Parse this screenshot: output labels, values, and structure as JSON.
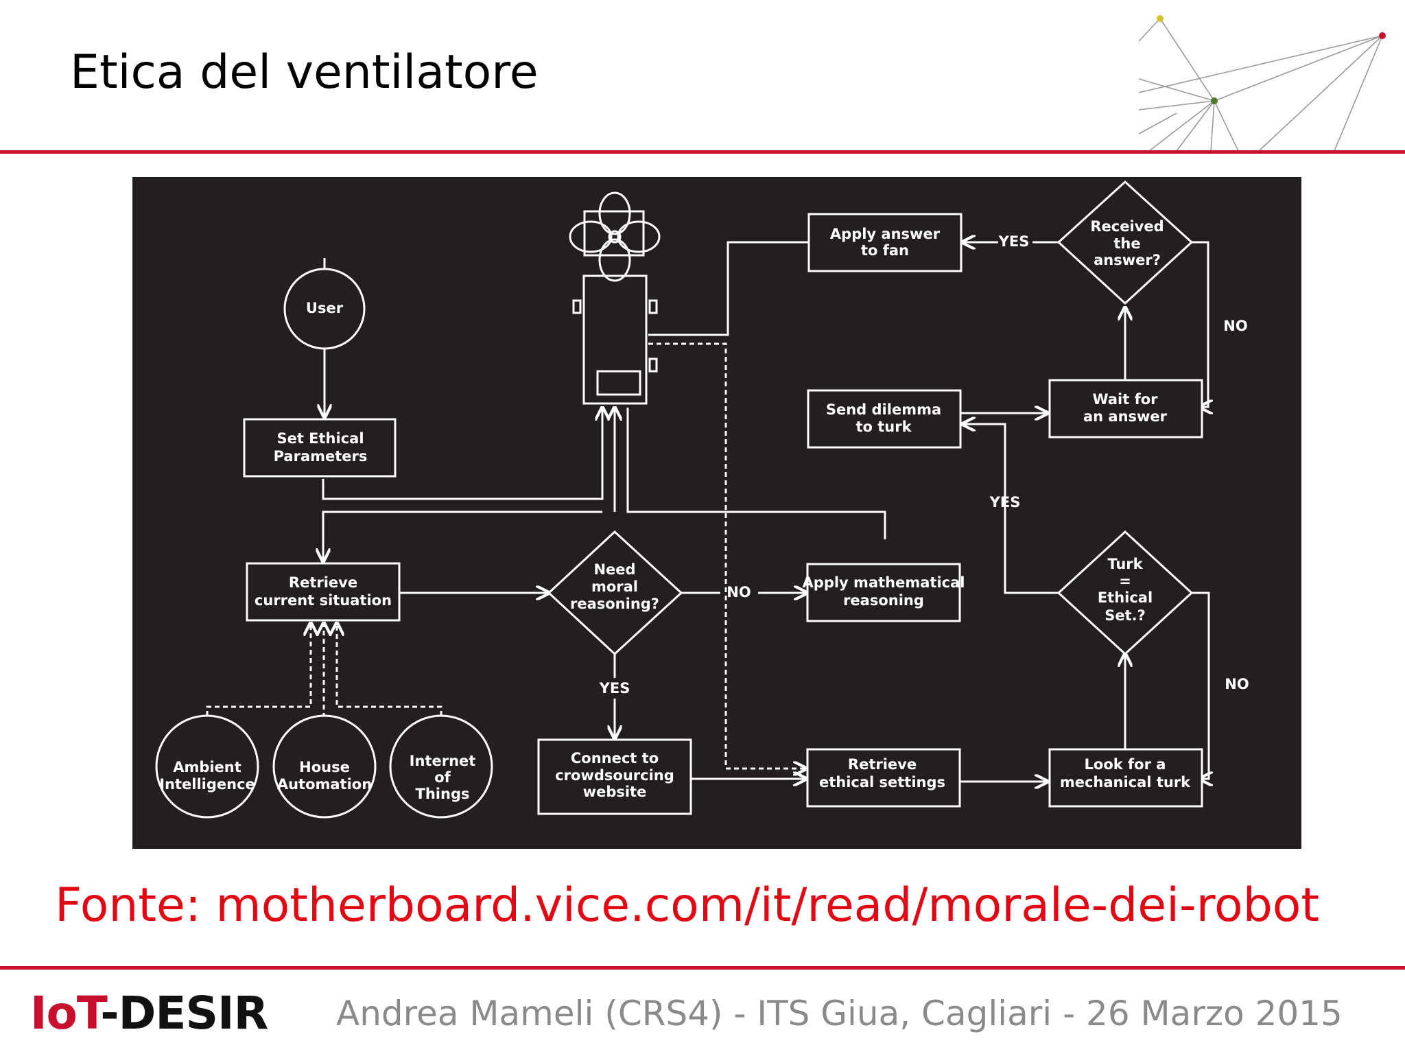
{
  "slide": {
    "title": "Etica del ventilatore",
    "source": "Fonte: motherboard.vice.com/it/read/morale-dei-robot",
    "footer": "Andrea Mameli (CRS4) - ITS Giua, Cagliari - 26 Marzo 2015",
    "logo_part1": "IoT",
    "logo_part2": "-DESIR"
  },
  "colors": {
    "accent_red": "#c8102e",
    "source_red": "#e30613",
    "panel": "#231f20"
  },
  "flowchart": {
    "nodes": {
      "user": [
        "User"
      ],
      "set_ethical": [
        "Set Ethical",
        "Parameters"
      ],
      "retrieve_situation": [
        "Retrieve",
        "current situation"
      ],
      "need_moral": [
        "Need",
        "moral",
        "reasoning?"
      ],
      "apply_math": [
        "Apply mathematical",
        "reasoning"
      ],
      "connect_crowd": [
        "Connect to",
        "crowdsourcing",
        "website"
      ],
      "retrieve_ethical": [
        "Retrieve",
        "ethical settings"
      ],
      "look_turk": [
        "Look for a",
        "mechanical turk"
      ],
      "turk_ethical": [
        "Turk",
        "=",
        "Ethical",
        "Set.?"
      ],
      "send_dilemma": [
        "Send dilemma",
        "to turk"
      ],
      "wait_answer": [
        "Wait for",
        "an answer"
      ],
      "received": [
        "Received",
        "the",
        "answer?"
      ],
      "apply_answer": [
        "Apply answer",
        "to fan"
      ],
      "ambient": [
        "Ambient",
        "Intelligence"
      ],
      "house": [
        "House",
        "Automation"
      ],
      "iot": [
        "Internet",
        "of",
        "Things"
      ]
    },
    "edge_labels": {
      "yes": "YES",
      "no": "NO"
    }
  }
}
